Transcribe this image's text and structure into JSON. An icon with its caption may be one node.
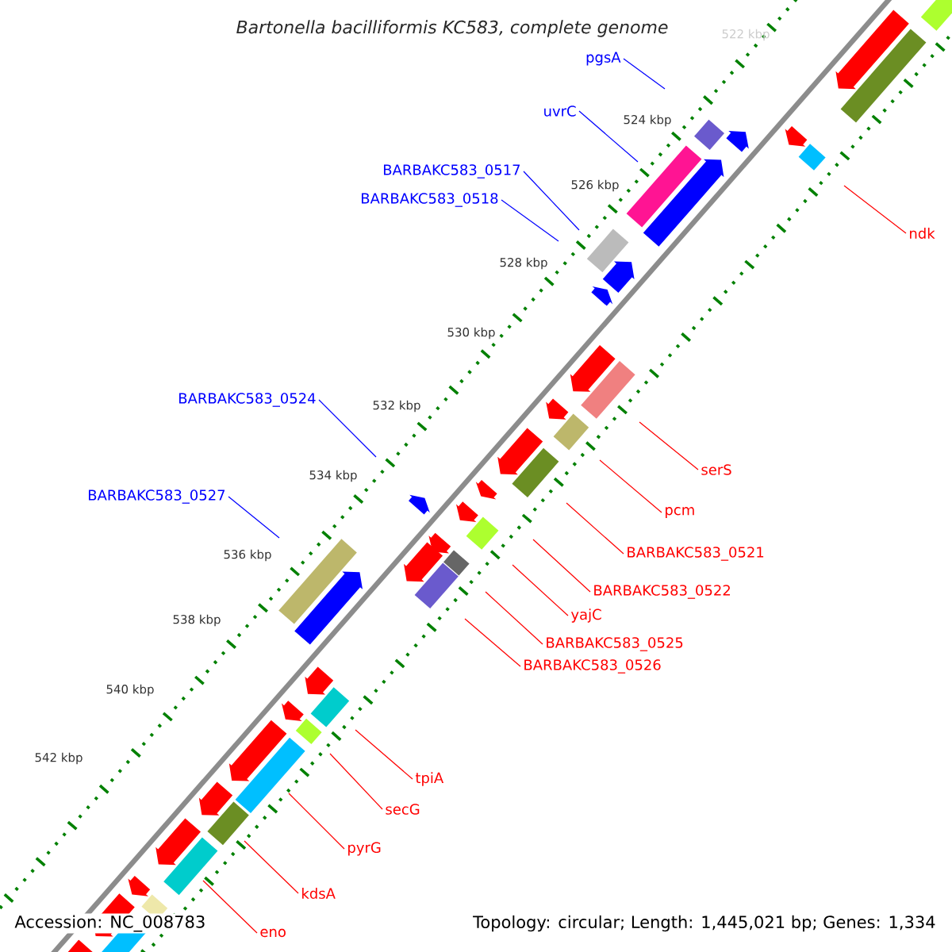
{
  "diagram": {
    "title": "Bartonella bacilliformis KC583, complete genome",
    "nodes": [
      {
        "text": [
          "pgsA"
        ]
      },
      {
        "text": [
          "uvrC"
        ]
      },
      {
        "text": [
          "BARBAKC583_0517"
        ]
      },
      {
        "text": [
          "BARBAKC583_0518"
        ]
      },
      {
        "text": [
          "ndk"
        ]
      },
      {
        "text": [
          "BARBAKC583_0524"
        ]
      },
      {
        "text": [
          "serS"
        ]
      },
      {
        "text": [
          "BARBAKC583_0527"
        ]
      },
      {
        "text": [
          "pcm"
        ]
      },
      {
        "text": [
          "BARBAKC583_0521"
        ]
      },
      {
        "text": [
          "BARBAKC583_0522"
        ]
      },
      {
        "text": [
          "yajC"
        ]
      },
      {
        "text": [
          "BARBAKC583_0525"
        ]
      },
      {
        "text": [
          "BARBAKC583_0526"
        ]
      },
      {
        "text": [
          "tpiA"
        ]
      },
      {
        "text": [
          "secG"
        ]
      },
      {
        "text": [
          "pyrG"
        ]
      },
      {
        "text": [
          "kdsA"
        ]
      },
      {
        "text": [
          "eno"
        ]
      }
    ],
    "edges": [
      {
        "from": 0,
        "to": null,
        "arrow": "none",
        "color": "#0000ff"
      },
      {
        "from": 1,
        "to": null,
        "arrow": "none",
        "color": "#0000ff"
      },
      {
        "from": 2,
        "to": null,
        "arrow": "none",
        "color": "#0000ff"
      },
      {
        "from": 3,
        "to": null,
        "arrow": "none",
        "color": "#0000ff"
      },
      {
        "from": 4,
        "to": null,
        "arrow": "none"
      },
      {
        "from": 5,
        "to": null,
        "arrow": "none",
        "color": "#0000ff"
      },
      {
        "from": 6,
        "to": null,
        "arrow": "none"
      },
      {
        "from": 7,
        "to": null,
        "arrow": "none",
        "color": "#0000ff"
      },
      {
        "from": 8,
        "to": null,
        "arrow": "none"
      },
      {
        "from": 9,
        "to": null,
        "arrow": "none"
      },
      {
        "from": 10,
        "to": null,
        "arrow": "none"
      },
      {
        "from": 11,
        "to": null,
        "arrow": "none"
      },
      {
        "from": 12,
        "to": null,
        "arrow": "none"
      },
      {
        "from": 13,
        "to": null,
        "arrow": "none"
      },
      {
        "from": 14,
        "to": null,
        "arrow": "none"
      },
      {
        "from": 15,
        "to": null,
        "arrow": "none"
      },
      {
        "from": 16,
        "to": null,
        "arrow": "none"
      },
      {
        "from": 17,
        "to": null,
        "arrow": "none"
      },
      {
        "from": 18,
        "to": null,
        "arrow": "none"
      }
    ],
    "labels": [
      "522 kbp",
      "524 kbp",
      "526 kbp",
      "528 kbp",
      "530 kbp",
      "532 kbp",
      "534 kbp",
      "536 kbp",
      "538 kbp",
      "540 kbp",
      "542 kbp",
      "Accession: NC_008783",
      "Topology: circular; Length: 1,445,021 bp; Genes: 1,334"
    ]
  }
}
